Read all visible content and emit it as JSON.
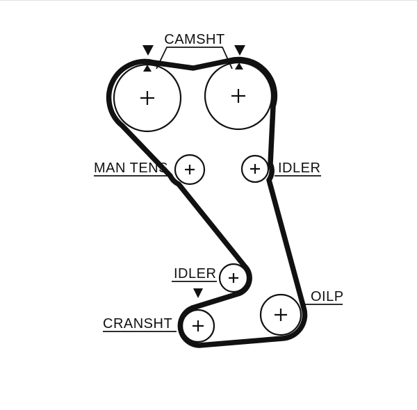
{
  "diagram": {
    "type": "timing_belt_routing",
    "colors": {
      "ink": "#111111",
      "background": "#ffffff"
    },
    "labels": {
      "camshaft": "CAMSHT",
      "manual_tensioner": "MAN TENS",
      "idler_upper": "IDLER",
      "idler_lower": "IDLER",
      "oil_pump": "OILP",
      "crankshaft": "CRANSHT"
    }
  }
}
